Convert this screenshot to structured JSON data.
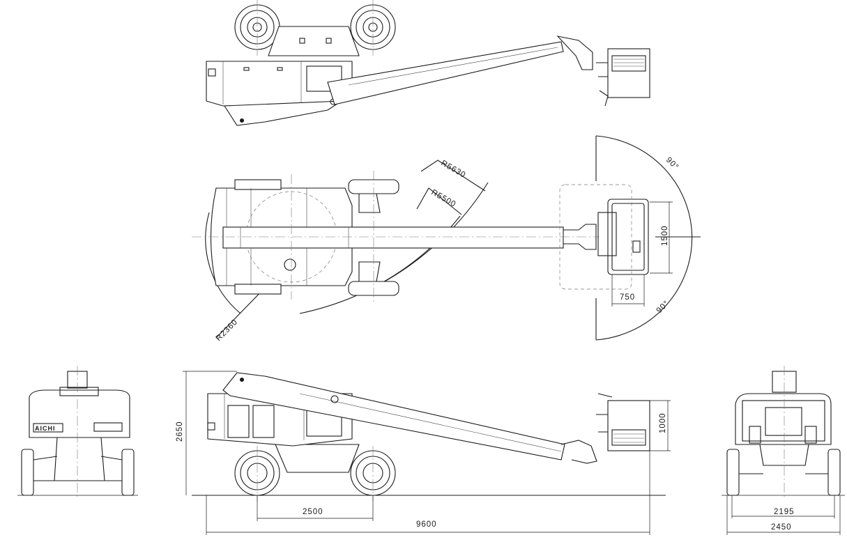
{
  "labels": {
    "r5630": "R5630",
    "r5500": "R5500",
    "r2360": "R2360",
    "deg_top": "90°",
    "deg_bottom": "90°",
    "platform_width": "1500",
    "platform_depth": "750",
    "height": "2650",
    "basket_height": "1000",
    "wheelbase": "2500",
    "length": "9600",
    "track": "2195",
    "width": "2450",
    "brand": "AICHI"
  }
}
